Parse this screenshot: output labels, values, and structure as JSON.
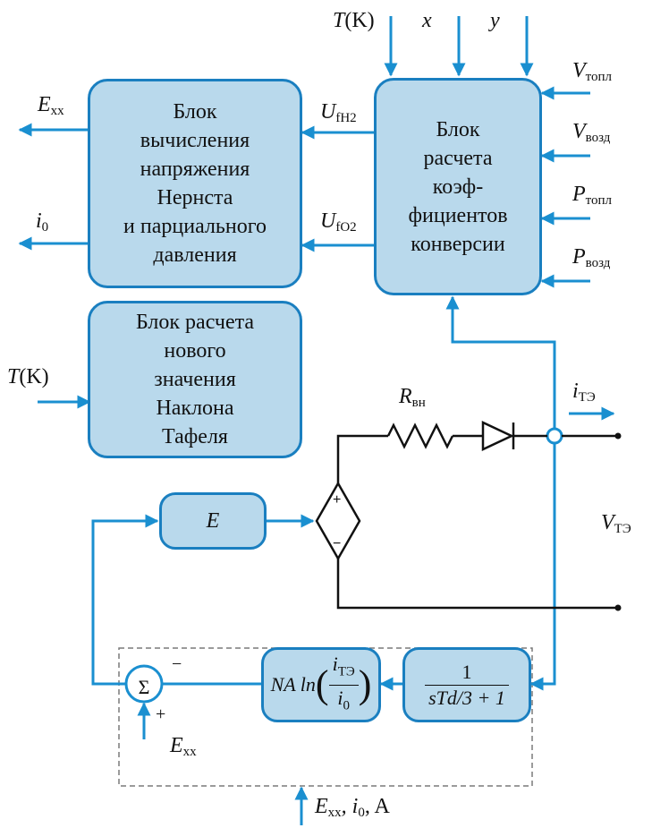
{
  "blocks": {
    "nernst": [
      "Блок",
      "вычисления",
      "напряжения",
      "Нернста",
      "и парциального",
      "давления"
    ],
    "conversion": [
      "Блок",
      "расчета",
      "коэф-",
      "фициентов",
      "конверсии"
    ],
    "tafel": [
      "Блок расчета",
      "нового",
      "значения",
      "Наклона",
      "Тафеля"
    ],
    "e_block": "E",
    "nalog": {
      "pre": "NA ln",
      "num": "i",
      "num_sub": "ТЭ",
      "den": "i",
      "den_sub": "0"
    },
    "transfer": {
      "num": "1",
      "den": "sTd/3 + 1"
    }
  },
  "labels": {
    "top_inputs": [
      {
        "main": "T",
        "paren": "(K)"
      },
      {
        "main": "x"
      },
      {
        "main": "y"
      }
    ],
    "right_inputs": [
      {
        "main": "V",
        "sub": "топл"
      },
      {
        "main": "V",
        "sub": "возд"
      },
      {
        "main": "P",
        "sub": "топл"
      },
      {
        "main": "P",
        "sub": "возд"
      }
    ],
    "e_xx": {
      "main": "E",
      "sub": "xx"
    },
    "i0": {
      "main": "i",
      "sub": "0"
    },
    "u_h2": {
      "main": "U",
      "sub": "fH2"
    },
    "u_o2": {
      "main": "U",
      "sub": "fO2"
    },
    "t_k_tafel": {
      "main": "T",
      "paren": "(K)"
    },
    "r_vn": {
      "main": "R",
      "sub": "вн"
    },
    "i_te": {
      "main": "i",
      "sub": "ТЭ"
    },
    "v_te": {
      "main": "V",
      "sub": "ТЭ"
    },
    "sum_symbol": "Σ",
    "minus": "−",
    "plus": "+",
    "e_xx_sum": {
      "main": "E",
      "sub": "xx"
    },
    "bottom_input": {
      "text": "E",
      "sub1": "xx",
      "mid": ", i",
      "sub2": "0",
      "tail": ", A"
    }
  },
  "colors": {
    "block_fill": "#b9d9ec",
    "block_border": "#1a7fc0",
    "signal_line": "#1a8fd0",
    "circuit_line": "#111111",
    "dashed_frame": "#7a7a7a"
  }
}
